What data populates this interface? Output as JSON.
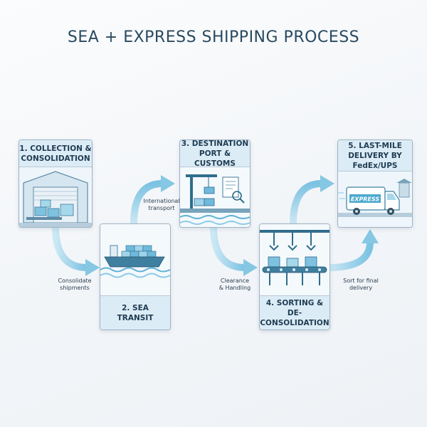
{
  "title": "SEA + EXPRESS SHIPPING PROCESS",
  "steps": [
    {
      "line1": "1. COLLECTION &",
      "line2": "CONSOLIDATION"
    },
    {
      "line1": "2. SEA",
      "line2": "TRANSIT"
    },
    {
      "line1": "3. DESTINATION",
      "line2": "PORT & CUSTOMS"
    },
    {
      "line1": "4. SORTING &",
      "line2": "DE-CONSOLIDATION"
    },
    {
      "line1": "5. LAST-MILE",
      "line2": "DELIVERY BY",
      "line3": "FedEx/UPS"
    }
  ],
  "connectors": [
    {
      "line1": "Consolidate",
      "line2": "shipments"
    },
    {
      "line1": "International",
      "line2": "transport"
    },
    {
      "line1": "Clearance",
      "line2": "& Handling"
    },
    {
      "line1": "Sort for final",
      "line2": "delivery"
    }
  ],
  "van_text": "EXPRESS",
  "colors": {
    "accent": "#4aa8cf",
    "arrow": "#9fd3ea",
    "label_bg": "#dcecf6",
    "border": "#9fb3c3",
    "title": "#2a4a60"
  }
}
